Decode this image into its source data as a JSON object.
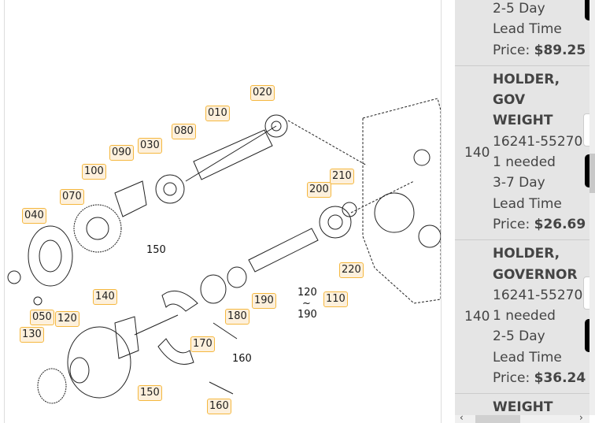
{
  "diagram": {
    "callouts": [
      "020",
      "010",
      "080",
      "030",
      "090",
      "100",
      "070",
      "040",
      "200",
      "210",
      "220",
      "190",
      "180",
      "110",
      "140",
      "050",
      "120",
      "130",
      "170",
      "150",
      "160"
    ],
    "plain_labels": {
      "top_150": "150",
      "ref_120": "120",
      "tilde": "~",
      "ref_190": "190",
      "ref_160": "160"
    }
  },
  "parts": [
    {
      "ref": "",
      "name": "",
      "lead1": "2-5 Day",
      "lead2": "Lead Time",
      "price_label": "Price:",
      "price": "$89.25"
    },
    {
      "ref": "140",
      "name_lines": [
        "HOLDER,",
        "GOV",
        "WEIGHT"
      ],
      "part_no": "16241-55270",
      "needed": "1 needed",
      "lead1": "3-7 Day",
      "lead2": "Lead Time",
      "price_label": "Price:",
      "price": "$26.69"
    },
    {
      "ref": "140",
      "name_lines": [
        "HOLDER,",
        "GOVERNOR"
      ],
      "part_no": "16241-55270",
      "needed": "1 needed",
      "lead1": "2-5 Day",
      "lead2": "Lead Time",
      "price_label": "Price:",
      "price": "$36.24"
    },
    {
      "name_lines": [
        "WEIGHT"
      ]
    }
  ],
  "scroll": {
    "left_arrow": "‹",
    "right_arrow": "›"
  }
}
